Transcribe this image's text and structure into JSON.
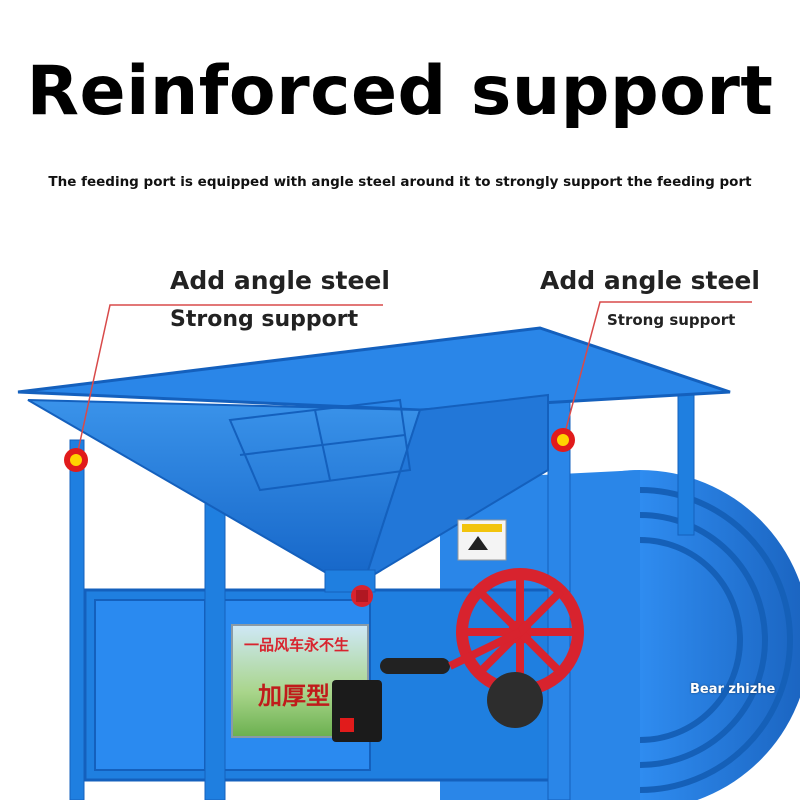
{
  "heading": {
    "title": "Reinforced support",
    "subtitle": "The feeding port is equipped with angle steel around it to strongly support the feeding port"
  },
  "callouts": {
    "left": {
      "title": "Add angle steel",
      "subtitle": "Strong support"
    },
    "right": {
      "title": "Add angle steel",
      "subtitle": "Strong support"
    }
  },
  "sign": {
    "line1": "一品风车永不生",
    "line2": "加厚型"
  },
  "watermark": "Bear zhizhe",
  "colors": {
    "machine_blue": "#1f7fe0",
    "marker_red": "#e11b1b",
    "marker_yellow": "#ffd400",
    "wheel_red": "#d8232e"
  }
}
